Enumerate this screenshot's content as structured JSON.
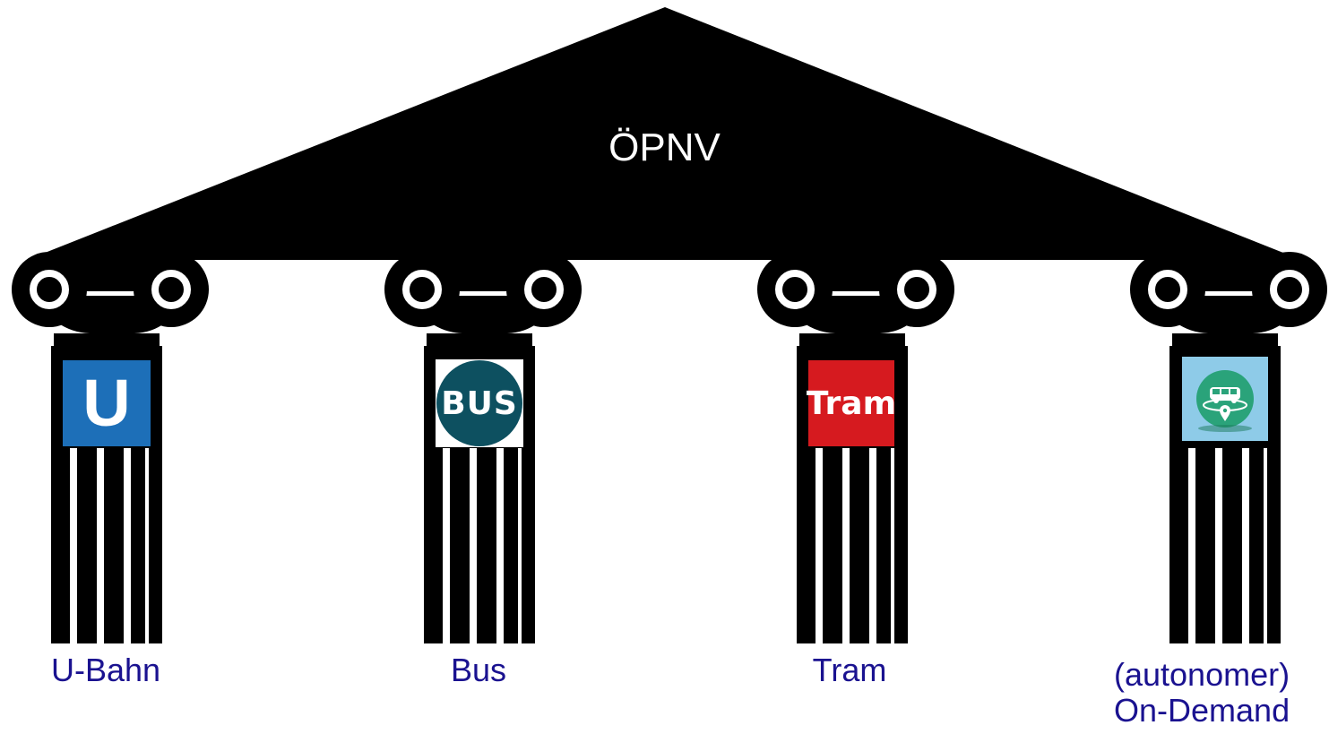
{
  "roof": {
    "title": "ÖPNV"
  },
  "pillars": [
    {
      "label": "U-Bahn",
      "logo_text": "U",
      "logo_color": "#1d6fb8"
    },
    {
      "label": "Bus",
      "logo_text": "BUS",
      "logo_color": "#0d5060"
    },
    {
      "label": "Tram",
      "logo_text": "Tram",
      "logo_color": "#d61a1f"
    },
    {
      "label": "(autonomer)\nOn-Demand",
      "logo_icon": "on-demand-van-location-icon",
      "logo_color": "#8ecbe8"
    }
  ],
  "colors": {
    "label": "#1a1290",
    "structure": "#000000"
  }
}
